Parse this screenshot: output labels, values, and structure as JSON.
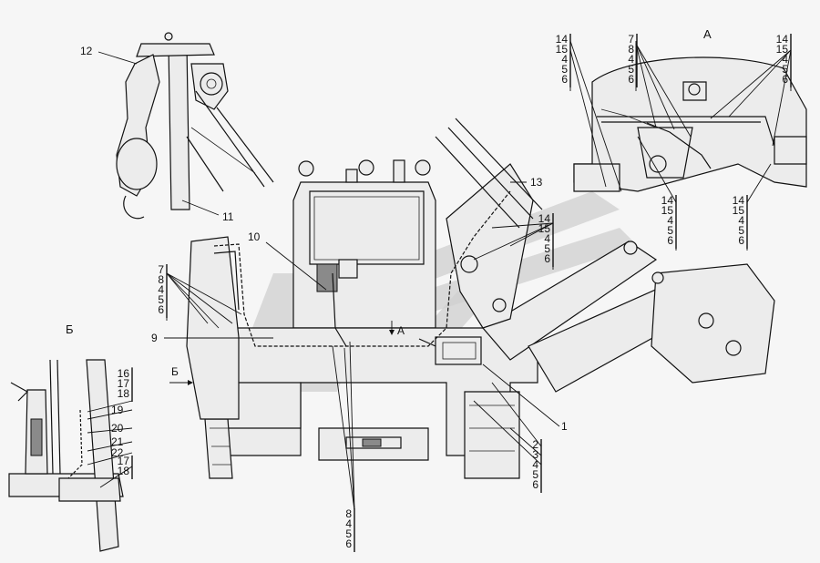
{
  "views": {
    "a_label": "А",
    "b_label": "Б",
    "arrow_a_label": "А",
    "arrow_b_label": "Б"
  },
  "callouts": {
    "n1": "1",
    "n9": "9",
    "n10": "10",
    "n11": "11",
    "n12": "12",
    "n13": "13",
    "n19": "19",
    "n20": "20",
    "n21": "21",
    "n22": "22"
  },
  "stacks": {
    "tl": [
      "14",
      "15",
      "4",
      "5",
      "6"
    ],
    "t2": [
      "7",
      "8",
      "4",
      "5",
      "6"
    ],
    "tr": [
      "14",
      "15",
      "4",
      "5",
      "6"
    ],
    "a_low1": [
      "14",
      "15",
      "4",
      "5",
      "6"
    ],
    "a_low2": [
      "14",
      "15",
      "4",
      "5",
      "6"
    ],
    "cab_right": [
      "14",
      "15",
      "4",
      "5",
      "6"
    ],
    "left_mid": [
      "7",
      "8",
      "4",
      "5",
      "6"
    ],
    "b_stack1": [
      "16",
      "17",
      "18"
    ],
    "b_stack2": [
      "17",
      "18"
    ],
    "bottom_right": [
      "2",
      "3",
      "4",
      "5",
      "6"
    ],
    "bottom_center": [
      "8",
      "4",
      "5",
      "6"
    ]
  }
}
